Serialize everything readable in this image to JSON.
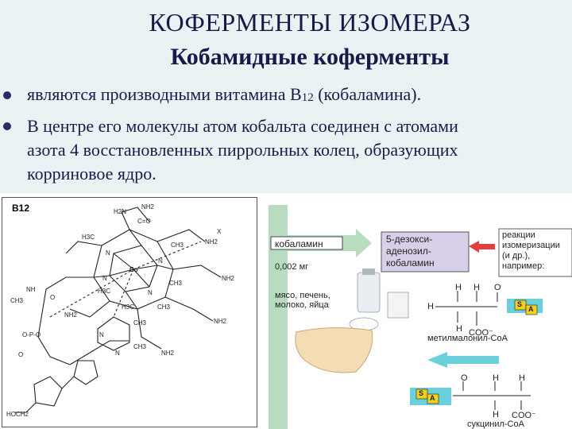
{
  "slide": {
    "title": "КОФЕРМЕНТЫ ИЗОМЕРАЗ",
    "subtitle": "Кобамидные коферменты",
    "bullets": [
      {
        "text_pre": "являются производными витамина В",
        "sub": "12",
        "text_post": " (кобаламина)."
      },
      {
        "line1": "В центре его молекулы атом кобальта соединен с атомами",
        "line2": "азота 4 восстановленных пиррольных колец, образующих",
        "line3": "корриновое ядро."
      }
    ]
  },
  "structure": {
    "label": "B12",
    "atoms": [
      "H2N",
      "C=O",
      "O",
      "NH2",
      "H3C",
      "CH3",
      "H3C",
      "CH3",
      "H3C",
      "CH3",
      "NH2",
      "Co",
      "N",
      "N",
      "N",
      "N",
      "NH",
      "O",
      "NH2",
      "CH3",
      "CH3",
      "HOCH2",
      "O",
      "O-P-O",
      "O",
      "X",
      "N",
      "N",
      "H2N",
      "O"
    ]
  },
  "scheme": {
    "cobalamin_label": "кобаламин",
    "dose_label": "0,002 мг",
    "food_label": "мясо, печень, молоко, яйца",
    "coenzyme_label_1": "5-дезокси-",
    "coenzyme_label_2": "аденозил-",
    "coenzyme_label_3": "кобаламин",
    "reaction_label_1": "реакции",
    "reaction_label_2": "изомеризации",
    "reaction_label_3": "(и др.),",
    "reaction_label_4": "например:",
    "mm_label": "метилмалонил-СоА",
    "succ_label": "сукцинил-СоА",
    "coo_label": "COO⁻",
    "s_label": "S",
    "a_label": "A"
  },
  "colors": {
    "title": "#1a1a4a",
    "band": "#eaf3f4",
    "arrow_green": "#b8dcc0",
    "coenzyme_box": "#d8d0e8",
    "yellow": "#f0d020",
    "liver": "#f4dcb4",
    "coa_cyan": "#6ad0dc"
  }
}
